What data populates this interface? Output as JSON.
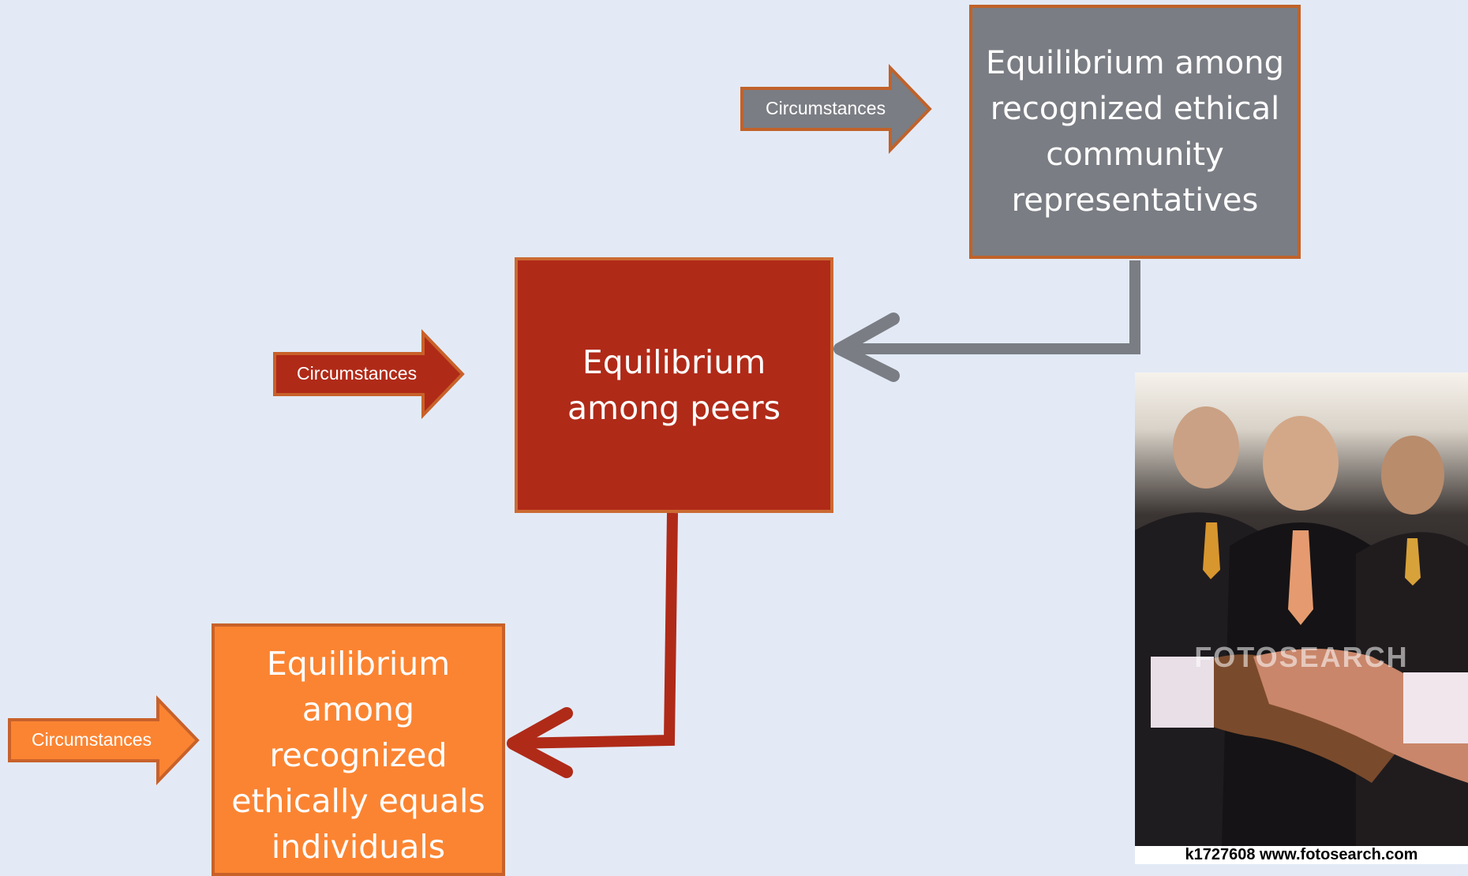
{
  "diagram": {
    "top_box": {
      "lines": [
        "Equilibrium among",
        "recognized ethical",
        "community",
        "representatives"
      ]
    },
    "middle_box": {
      "lines": [
        "Equilibrium",
        "among peers"
      ]
    },
    "bottom_box": {
      "lines": [
        "Equilibrium",
        "among",
        "recognized",
        "ethically equals",
        "individuals"
      ]
    },
    "arrows": {
      "top_label": "Circumstances",
      "middle_label": "Circumstances",
      "bottom_label": "Circumstances"
    },
    "colors": {
      "background": "#e3eaf6",
      "top_box": "#7a7d83",
      "middle_box": "#b02a18",
      "bottom_box": "#fb8432",
      "border": "#c0622a"
    }
  },
  "photo": {
    "watermark": "FOTOSEARCH",
    "caption": "k1727608  www.fotosearch.com"
  }
}
